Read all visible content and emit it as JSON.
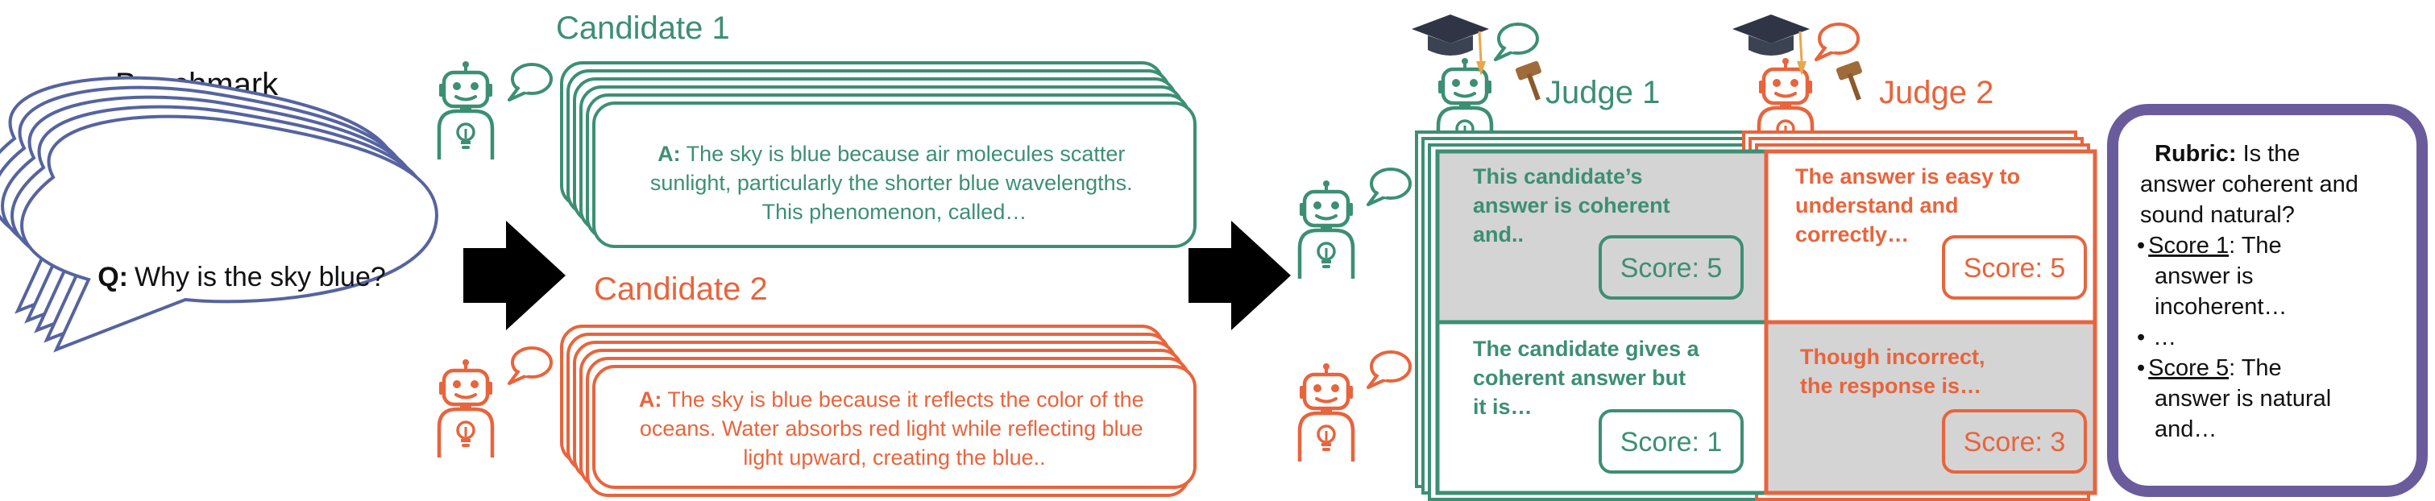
{
  "benchmark": {
    "title": "Benchmark",
    "question_prefix": "Q:",
    "question": "Why is the sky blue?"
  },
  "candidates": [
    {
      "label": "Candidate 1",
      "answer_prefix": "A:",
      "answer_lines": [
        "The sky is blue because air molecules scatter",
        "sunlight, particularly the shorter blue wavelengths.",
        "This phenomenon, called…"
      ]
    },
    {
      "label": "Candidate 2",
      "answer_prefix": "A:",
      "answer_lines": [
        "The sky is blue because it reflects the color of the",
        "oceans. Water absorbs red light while reflecting blue",
        "light upward, creating the blue.."
      ]
    }
  ],
  "judges": [
    {
      "label": "Judge 1"
    },
    {
      "label": "Judge 2"
    }
  ],
  "evaluations": {
    "j1_c1": {
      "lines": [
        "This candidate’s",
        "answer is coherent",
        "and.."
      ],
      "score": "Score: 5"
    },
    "j2_c1": {
      "lines": [
        "The answer is easy to",
        "understand and",
        "correctly…"
      ],
      "score": "Score: 5"
    },
    "j1_c2": {
      "lines": [
        "The candidate gives a",
        "coherent answer but",
        "it is…"
      ],
      "score": "Score: 1"
    },
    "j2_c2": {
      "lines": [
        "Though incorrect,",
        "the response is…"
      ],
      "score": "Score: 3"
    }
  },
  "rubric": {
    "label": "Rubric:",
    "question_lines": [
      "Is the",
      "answer coherent and",
      "sound natural?"
    ],
    "items": [
      {
        "bullet": "•",
        "term": "Score 1",
        "lines": [
          ": The",
          "answer is",
          "incoherent…"
        ]
      },
      {
        "bullet": "•",
        "term": "",
        "lines": [
          "…"
        ]
      },
      {
        "bullet": "•",
        "term": "Score 5",
        "lines": [
          ": The",
          "answer is natural",
          "and…"
        ]
      }
    ]
  },
  "colors": {
    "green": "#3d8f73",
    "orange": "#e8643c",
    "navy": "#5564a0",
    "purple": "#6a5c9c",
    "gray_fill": "#d4d4d4"
  },
  "icons": [
    "robot-icon",
    "lightbulb-icon",
    "speech-bubble-icon",
    "graduation-cap-icon",
    "gavel-icon",
    "arrow-icon"
  ]
}
